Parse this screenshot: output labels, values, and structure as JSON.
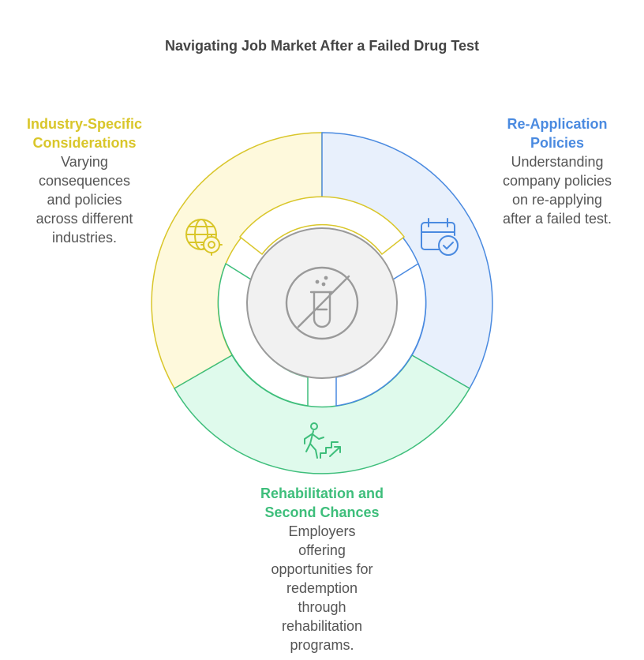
{
  "title": "Navigating Job Market After a Failed Drug Test",
  "segments": {
    "industry": {
      "title": [
        "Industry-Specific",
        "Considerations"
      ],
      "desc": [
        "Varying",
        "consequences",
        "and policies",
        "across different",
        "industries."
      ],
      "color": "#D9C62A",
      "fill": "#FEF9DC",
      "icon": "globe-gear-icon"
    },
    "reapplication": {
      "title": [
        "Re-Application",
        "Policies"
      ],
      "desc": [
        "Understanding",
        "company policies",
        "on re-applying",
        "after a failed test."
      ],
      "color": "#4A8AE0",
      "fill": "#E8F0FC",
      "icon": "calendar-check-icon"
    },
    "rehabilitation": {
      "title": [
        "Rehabilitation and",
        "Second Chances"
      ],
      "desc": [
        "Employers",
        "offering",
        "opportunities for",
        "redemption",
        "through",
        "rehabilitation",
        "programs."
      ],
      "color": "#3EBE7B",
      "fill": "#DFFAEC",
      "icon": "person-climbing-stairs-icon"
    }
  },
  "center": {
    "icon": "no-drug-test-icon",
    "color": "#9A9A9A",
    "fill": "#F1F1F1"
  }
}
